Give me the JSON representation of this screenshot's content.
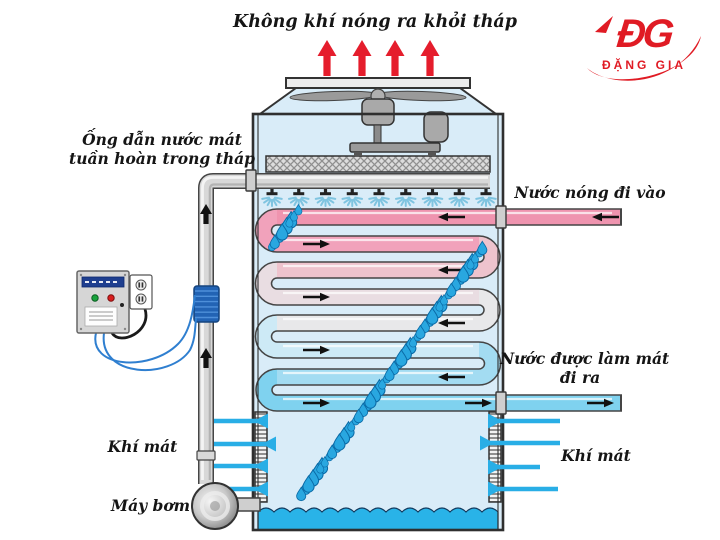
{
  "title": "Không khí nóng ra khỏi tháp",
  "logo": {
    "initials": "ĐG",
    "name": "ĐẶNG GIA"
  },
  "labels": {
    "circulation_pipe": {
      "line1": "Ống dẫn nước mát",
      "line2": "tuần hoàn trong tháp"
    },
    "hot_water_inlet": "Nước nóng đi vào",
    "cooled_water_outlet": {
      "line1": "Nước được làm mát",
      "line2": "đi ra"
    },
    "cool_air_left": "Khí mát",
    "cool_air_right": "Khí mát",
    "pump": "Máy bơm"
  },
  "colors": {
    "hot_air_arrow": "#e51d2c",
    "cool_air_arrow": "#29aee6",
    "tower_fill": "#d9ecf8",
    "basin_water": "#29b3e8",
    "droplet": "#29a7e0",
    "droplet_edge": "#0a6aa6",
    "logo_red": "#e01b24",
    "coil_colors": [
      "#ef94af",
      "#f1a2bb",
      "#eec3cd",
      "#e9dde2",
      "#e8e8ea",
      "#cdeaf6",
      "#a3dcf2",
      "#7fd2ef"
    ]
  }
}
